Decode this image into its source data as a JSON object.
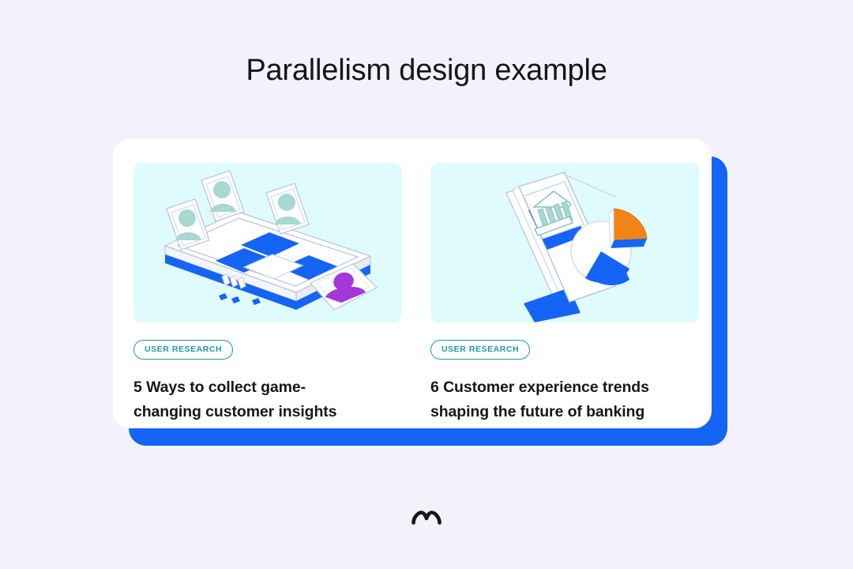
{
  "page": {
    "title": "Parallelism design example",
    "background_color": "#f3f1fb"
  },
  "theme": {
    "accent_blue": "#1465f5",
    "tag_teal": "#1f9aa6",
    "thumb_background": "#e0fbfd",
    "card_background": "#ffffff",
    "text_color": "#16171d",
    "illustration_teal": "#a8d8d2",
    "illustration_purple": "#a435d9",
    "illustration_orange": "#f38418"
  },
  "cards": [
    {
      "tag": "USER RESEARCH",
      "title": "5 Ways to collect game-changing customer insights",
      "illustration_name": "user-research-avatars-illustration"
    },
    {
      "tag": "USER RESEARCH",
      "title": "6 Customer experience trends shaping the future of banking",
      "illustration_name": "banking-pie-chart-illustration"
    }
  ],
  "footer": {
    "logo_name": "maze-logo"
  }
}
